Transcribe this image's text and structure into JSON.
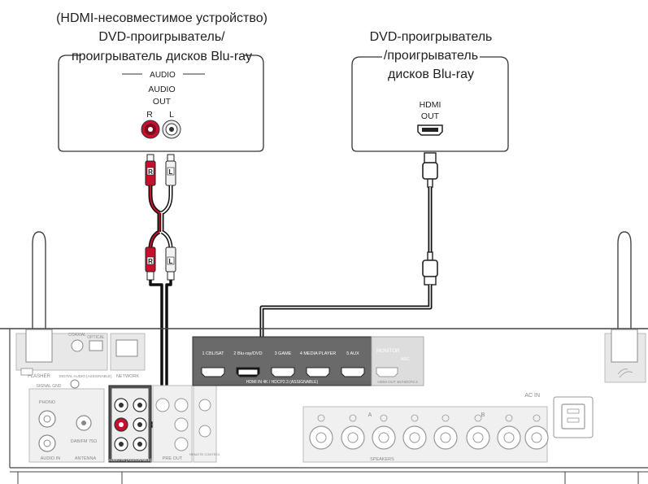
{
  "left_device": {
    "caption_line1": "(HDMI-несовместимое устройство)",
    "caption_line2": "DVD-проигрыватель/",
    "caption_line3": "проигрыватель дисков Blu-ray",
    "section_label": "AUDIO",
    "port_label_1": "AUDIO",
    "port_label_2": "OUT",
    "channel_r": "R",
    "channel_l": "L"
  },
  "right_device": {
    "caption_line1": "DVD-проигрыватель",
    "caption_line2": "/проигрыватель",
    "caption_line3": "дисков Blu-ray",
    "port_label_1": "HDMI",
    "port_label_2": "OUT"
  },
  "cable": {
    "plug_r": "R",
    "plug_l": "L"
  },
  "receiver": {
    "hdmi_in_inputs": [
      "1 CBL/SAT",
      "2 Blu-ray/DVD",
      "3 GAME",
      "4 MEDIA PLAYER",
      "5 AUX"
    ],
    "hdmi_in_label": "HDMI IN  4K / HDCP2.3 (ASSIGNABLE)",
    "monitor_label": "MONITOR",
    "arc_label": "ARC",
    "hdmi_out_label": "HDMI OUT 4K/HDCP2.3",
    "ac_in_label": "AC IN",
    "flasher_label": "FLASHER",
    "coaxial_label": "COAXIAL",
    "optical_label": "OPTICAL",
    "digital_audio_label": "DIGITAL AUDIO (ASSIGNABLE)",
    "network_label": "NETWORK",
    "signal_gnd_label": "SIGNAL GND",
    "phono_label": "PHONO",
    "audio_in_label": "AUDIO IN",
    "antenna_label": "ANTENNA",
    "dab_fm_label": "DAB/FM 75Ω",
    "audio_in_assignable_label": "AUDIO IN (ASSIGNABLE)",
    "pre_out_label": "PRE OUT",
    "remote_control_label": "REMOTE CONTROL",
    "speakers_label": "SPEAKERS",
    "zone_a": "A",
    "zone_b": "B"
  }
}
